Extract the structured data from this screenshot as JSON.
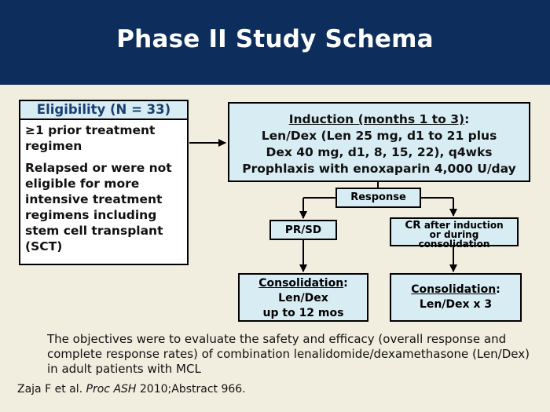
{
  "slide": {
    "title": "Phase II Study Schema",
    "header_color": "#0D2E5C",
    "background_color": "#F1EDDF",
    "box_fill": "#D8ECF4"
  },
  "eligibility": {
    "heading": "Eligibility (N = 33)",
    "items": [
      "≥1 prior treatment regimen",
      "Relapsed or were not eligible for more intensive treatment regimens including stem cell transplant (SCT)"
    ]
  },
  "induction": {
    "heading": "Induction (months 1 to 3)",
    "heading_suffix": ":",
    "lines": [
      "Len/Dex (Len 25 mg, d1 to 21 plus",
      "Dex 40 mg, d1, 8, 15, 22), q4wks",
      "Prophlaxis with enoxaparin 4,000 U/day"
    ]
  },
  "response": {
    "label": "Response"
  },
  "pr_sd": {
    "label": "PR/SD"
  },
  "cr": {
    "label_main": "CR",
    "label_rest": " after induction",
    "lines": [
      "or during",
      "consolidation"
    ]
  },
  "consolidation_left": {
    "heading": "Consolidation",
    "heading_suffix": ":",
    "lines": [
      "Len/Dex",
      "up to 12 mos"
    ]
  },
  "consolidation_right": {
    "heading": "Consolidation",
    "heading_suffix": ":",
    "lines": [
      "Len/Dex x 3"
    ]
  },
  "objectives": "The objectives were to evaluate the safety and efficacy (overall response and complete response rates) of combination lenalidomide/dexamethasone (Len/Dex) in adult patients with MCL",
  "citation": {
    "authors": "Zaja F et al.",
    "journal": "Proc ASH",
    "details": "2010;Abstract 966."
  }
}
